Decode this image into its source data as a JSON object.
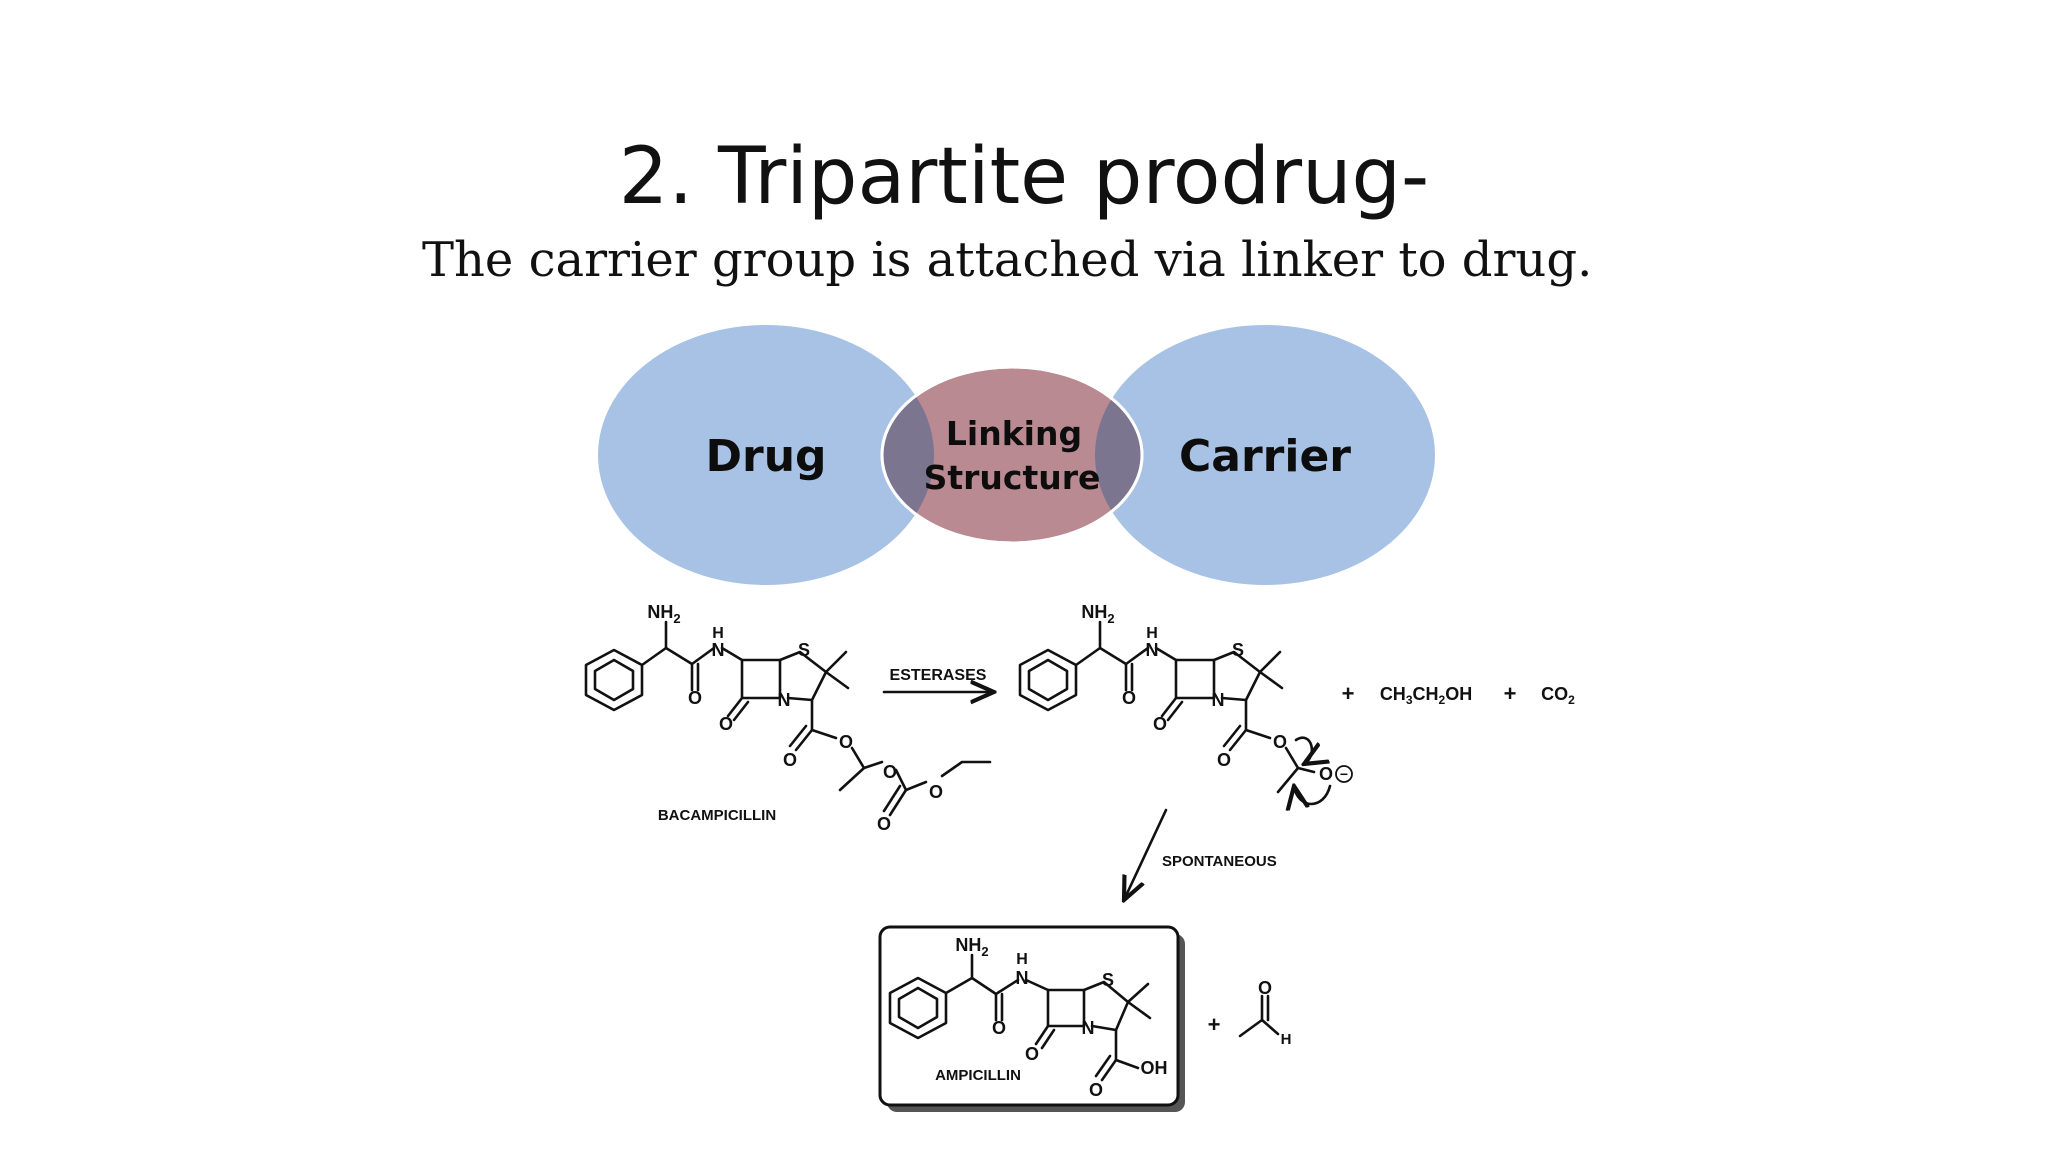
{
  "slide": {
    "title": "2. Tripartite prodrug-",
    "subtitle": "The carrier group is attached via linker to drug."
  },
  "diagram": {
    "drug_label": "Drug",
    "linker_label_line1": "Linking",
    "linker_label_line2": "Structure",
    "carrier_label": "Carrier",
    "colors": {
      "drug_fill": "#a8c2e6",
      "carrier_fill": "#a8c2e6",
      "linker_fill": "#b98a91",
      "overlap_fill": "#7c7590"
    }
  },
  "reaction": {
    "nh2": "NH",
    "nh2_sub": "2",
    "h": "H",
    "n": "N",
    "s": "S",
    "o": "O",
    "oh": "OH",
    "bacampicillin": "BACAMPICILLIN",
    "esterases": "ESTERASES",
    "plus": "+",
    "ethanol_prefix": "CH",
    "ethanol_sub": "3",
    "ethanol_suffix": "CH",
    "ethanol_sub2": "2",
    "ethanol_end": "OH",
    "co2": "CO",
    "co2_sub": "2",
    "spontaneous": "SPONTANEOUS",
    "ampicillin": "AMPICILLIN",
    "aldehyde_h": "H",
    "minus": "−"
  }
}
